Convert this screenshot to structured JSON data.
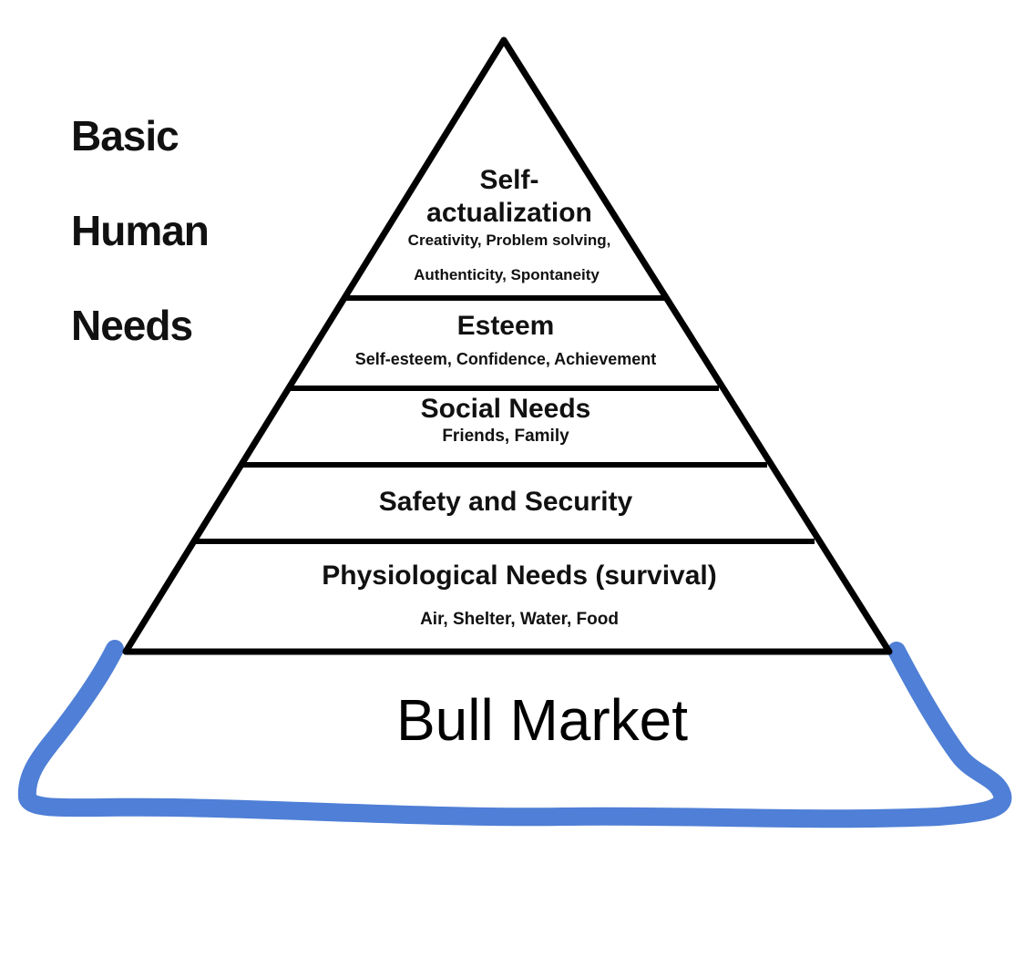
{
  "side_title": [
    "Basic",
    "Human",
    "Needs"
  ],
  "tiers": [
    {
      "title_lines": [
        "Self-",
        "actualization"
      ],
      "detail_lines": [
        "Creativity, Problem solving,",
        "Authenticity, Spontaneity"
      ]
    },
    {
      "title_lines": [
        "Esteem"
      ],
      "detail_lines": [
        "Self-esteem, Confidence, Achievement"
      ]
    },
    {
      "title_lines": [
        "Social Needs"
      ],
      "detail_lines": [
        "Friends, Family"
      ]
    },
    {
      "title_lines": [
        "Safety and Security"
      ],
      "detail_lines": []
    },
    {
      "title_lines": [
        "Physiological Needs (survival)"
      ],
      "detail_lines": [
        "Air, Shelter, Water, Food"
      ]
    }
  ],
  "base_label": "Bull Market",
  "colors": {
    "pyramid_stroke": "#000000",
    "base_outline": "#4f7fd6",
    "text": "#111111"
  }
}
